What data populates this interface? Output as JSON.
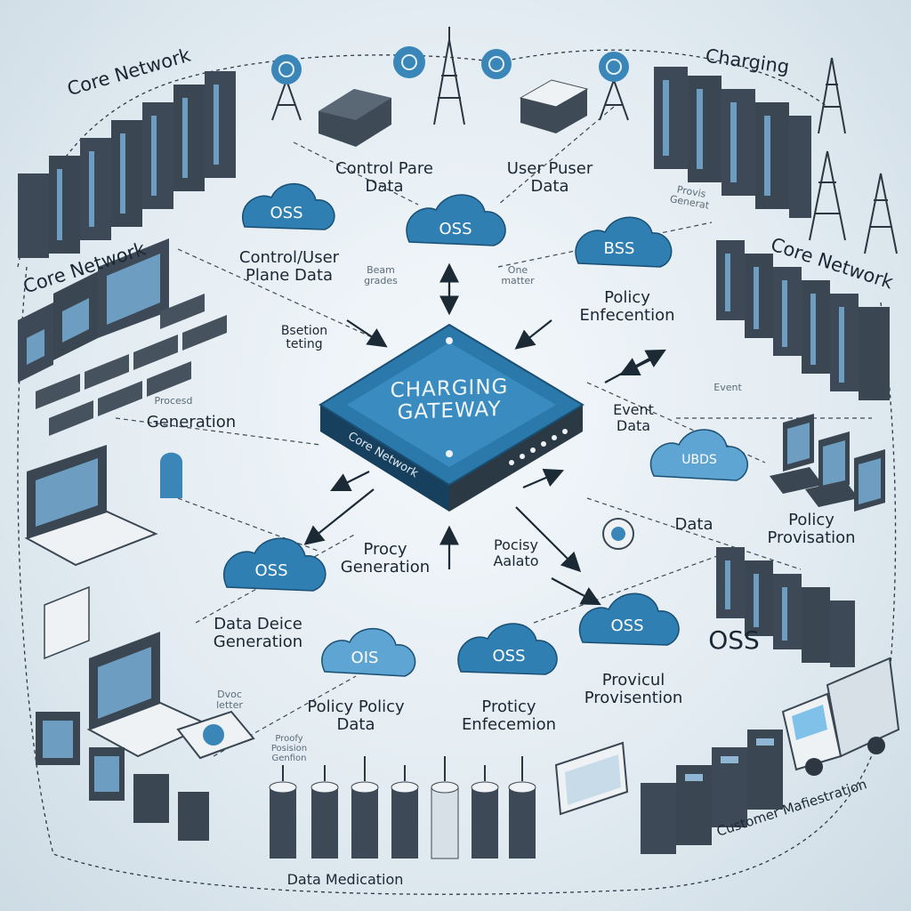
{
  "colors": {
    "background": "#e3ecf2",
    "accent": "#2f7fb3",
    "gateway": "#1e5f8a",
    "server_dark": "#3a4652",
    "text": "#1b2733"
  },
  "gateway": {
    "title_line1": "CHARGING",
    "title_line2": "GATEWAY",
    "side_label": "Core Network"
  },
  "clouds": {
    "oss_top_left": "OSS",
    "oss_top_center": "OSS",
    "bss_top_right": "BSS",
    "blurred_right": "UBDS",
    "oss_mid_left": "OSS",
    "ois_bottom_left": "OIS",
    "oss_bottom_center": "OSS",
    "oss_bottom_right": "OSS"
  },
  "labels": {
    "core_network_top_left": "Core Network",
    "charging_top_right": "Charging",
    "core_network_left": "Core Network",
    "core_network_right": "Core Network",
    "control_plane_data": "Control Pare\nData",
    "user_puser_data": "User Puser\nData",
    "control_user_plane_data": "Control/User\nPlane Data",
    "policy_enforcement_right": "Policy\nEnfecention",
    "session_testing": "Bsetion\nteting",
    "generation_left": "Generation",
    "event_data": "Event\nData",
    "area_data": "Data",
    "policy_provisation": "Policy\nProvisation",
    "procy_generation": "Procy\nGeneration",
    "pocisy_aalato": "Pocisy\nAalato",
    "data_device_generation": "Data Deice\nGeneration",
    "oss_bottom_right_text": "OSS",
    "provicul_provisention": "Provicul\nProvisention",
    "policy_policy_data": "Policy Policy\nData",
    "proticy_enfecemion": "Proticy\nEnfecemion",
    "data_medication": "Data Medication",
    "customer_mediation": "Customer Mafiestration"
  },
  "small_labels": {
    "provisioning_right": "Provis\nGenerat",
    "beam_grades": "Beam\ngrades",
    "one_matter": "One\nmatter",
    "event_right": "Event",
    "procesd": "Procesd",
    "dvoc_letter": "Dvoc\nletter",
    "proofy_posision": "Proofy\nPosision\nGenfion"
  }
}
